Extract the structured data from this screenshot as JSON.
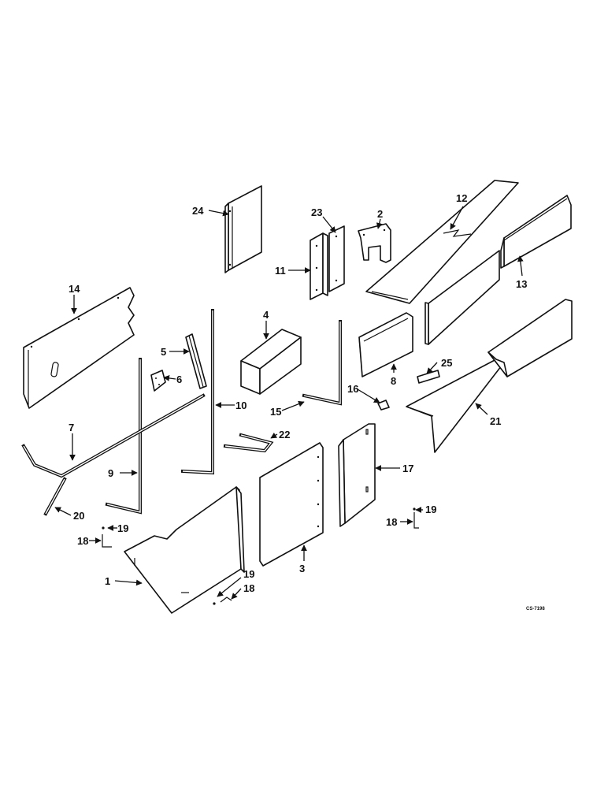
{
  "diagram": {
    "drawing_code": "CS-7198",
    "callouts": {
      "c1": "1",
      "c2": "2",
      "c3": "3",
      "c4": "4",
      "c5": "5",
      "c6": "6",
      "c7": "7",
      "c8": "8",
      "c9": "9",
      "c10": "10",
      "c11": "11",
      "c12": "12",
      "c13": "13",
      "c14": "14",
      "c15": "15",
      "c16": "16",
      "c17": "17",
      "c18a": "18",
      "c18b": "18",
      "c18c": "18",
      "c19a": "19",
      "c19b": "19",
      "c19c": "19",
      "c20": "20",
      "c21": "21",
      "c22": "22",
      "c23": "23",
      "c24": "24",
      "c25": "25"
    }
  }
}
